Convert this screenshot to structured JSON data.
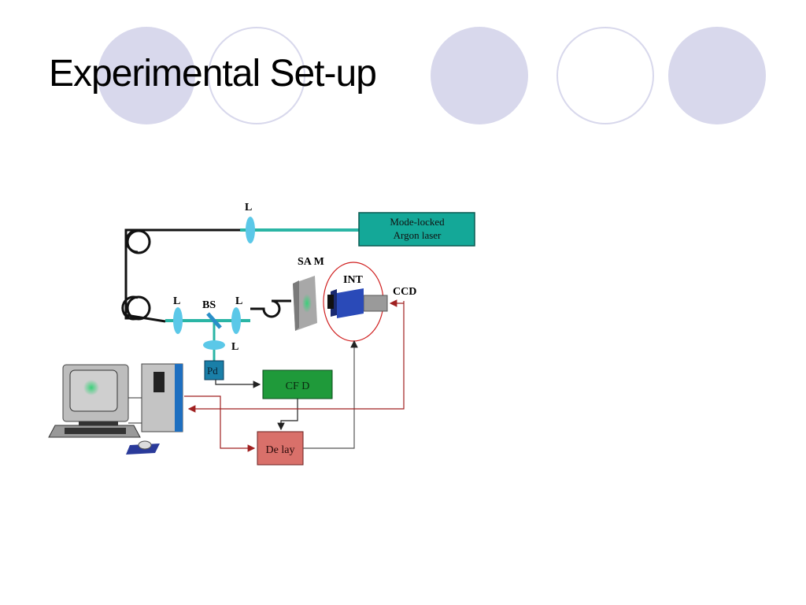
{
  "slide": {
    "title": "Experimental Set-up"
  },
  "decorations": [
    {
      "kind": "filled"
    },
    {
      "kind": "ring"
    },
    {
      "kind": "filled"
    },
    {
      "kind": "ring"
    },
    {
      "kind": "filled"
    }
  ],
  "diagram": {
    "labels": {
      "lens_top": "L",
      "laser_line1": "Mode-locked",
      "laser_line2": "Argon laser",
      "sam": "SA M",
      "int": "INT",
      "ccd": "CCD",
      "lens_left": "L",
      "bs": "BS",
      "lens_right": "L",
      "lens_down": "L",
      "pd": "Pd",
      "cfd": "CF D",
      "delay": "De lay"
    },
    "colors": {
      "laser_box": "#14a898",
      "beam": "#2ab5a5",
      "lens": "#5bc8e8",
      "cfd_box": "#1f9a3a",
      "delay_box": "#d9706a",
      "pd_box": "#1a7fa8",
      "camera": "#2a4ab8",
      "red_line": "#a02020",
      "circle": "#d02020"
    }
  }
}
